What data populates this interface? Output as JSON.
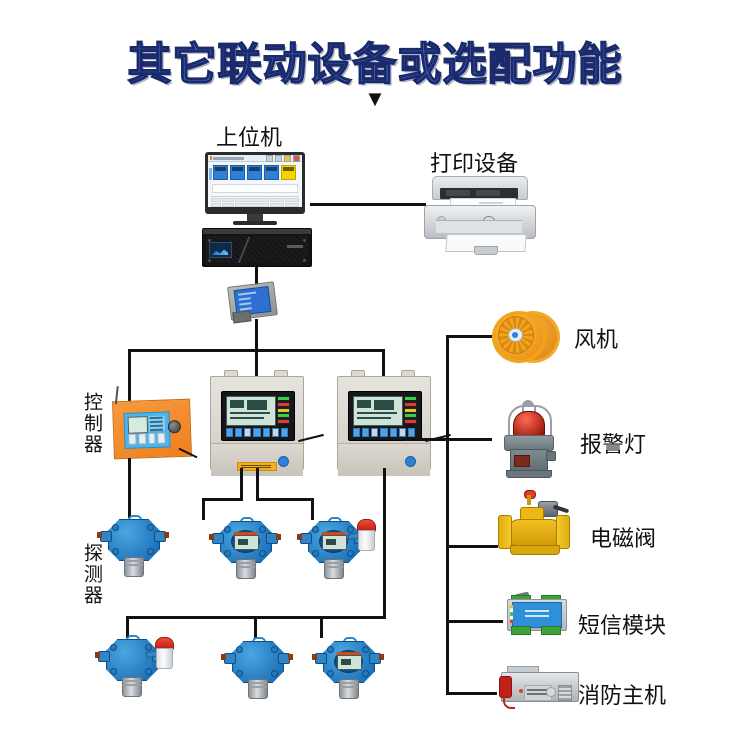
{
  "title": {
    "text": "其它联动设备或选配功能",
    "arrow": "▼",
    "color": "#4f7ff0",
    "outline_color": "#1a2a6a"
  },
  "diagram": {
    "type": "system-topology",
    "background": "#ffffff",
    "line_color": "#111111",
    "nodes": [
      {
        "id": "host-computer",
        "label": "上位机",
        "label_position": "above",
        "icon": "desktop-monitor-and-server"
      },
      {
        "id": "printer",
        "label": "打印设备",
        "label_position": "above",
        "icon": "laser-printer"
      },
      {
        "id": "gateway",
        "label": "",
        "icon": "communication-gateway-module"
      },
      {
        "id": "controller-group",
        "label": "控制器",
        "label_orientation": "vertical",
        "icon": "wall-mounted-controller"
      },
      {
        "id": "detector-group",
        "label": "探测器",
        "label_orientation": "vertical",
        "icon": "gas-detector"
      },
      {
        "id": "fan",
        "label": "风机",
        "label_position": "right",
        "icon": "axial-fan"
      },
      {
        "id": "alarm-light",
        "label": "报警灯",
        "label_position": "right",
        "icon": "rotating-beacon"
      },
      {
        "id": "solenoid-valve",
        "label": "电磁阀",
        "label_position": "right",
        "icon": "solenoid-valve"
      },
      {
        "id": "sms-module",
        "label": "短信模块",
        "label_position": "right",
        "icon": "gsm-sms-module"
      },
      {
        "id": "fire-host",
        "label": "消防主机",
        "label_position": "right",
        "icon": "fire-alarm-control-panel"
      }
    ],
    "labels": {
      "host_computer": "上位机",
      "printer": "打印设备",
      "controller": "控制器",
      "detector": "探测器",
      "fan": "风机",
      "alarm_light": "报警灯",
      "solenoid_valve": "电磁阀",
      "sms_module": "短信模块",
      "fire_host": "消防主机"
    },
    "controllers": [
      {
        "id": "controller-orange",
        "style": "orange-panel-mount"
      },
      {
        "id": "controller-gray-1",
        "style": "gray-wall-mount"
      },
      {
        "id": "controller-gray-2",
        "style": "gray-wall-mount"
      }
    ],
    "detectors": [
      {
        "id": "detector-1",
        "variant": "plain"
      },
      {
        "id": "detector-2",
        "variant": "display"
      },
      {
        "id": "detector-3",
        "variant": "display-with-alarm"
      },
      {
        "id": "detector-4",
        "variant": "plain-with-alarm"
      },
      {
        "id": "detector-5",
        "variant": "plain"
      },
      {
        "id": "detector-6",
        "variant": "display"
      }
    ]
  }
}
